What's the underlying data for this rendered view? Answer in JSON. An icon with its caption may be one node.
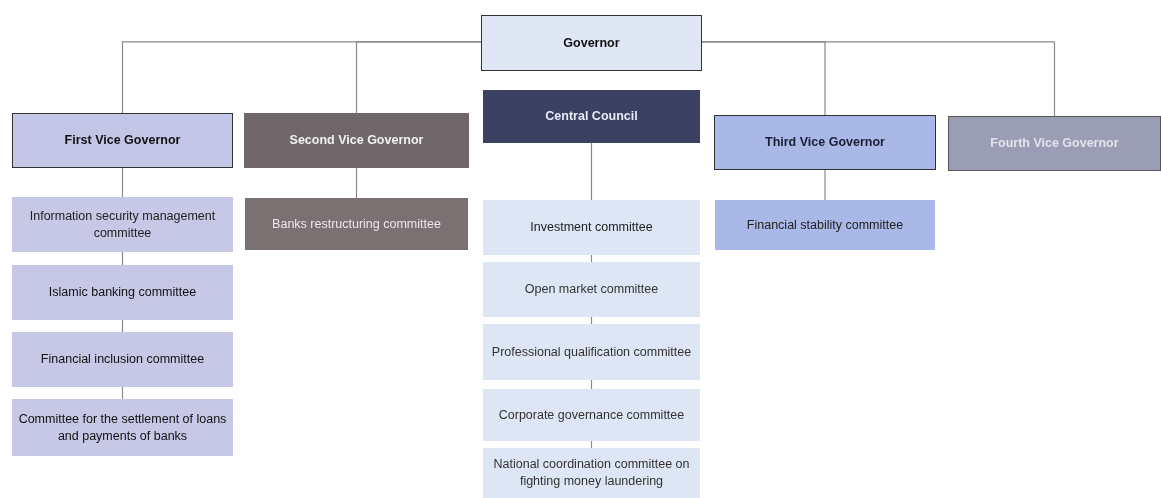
{
  "diagram": {
    "nodes": [
      {
        "text": [
          "Governor"
        ]
      },
      {
        "text": [
          "First Vice Governor"
        ]
      },
      {
        "text": [
          "Second Vice Governor"
        ]
      },
      {
        "text": [
          "Central Council"
        ]
      },
      {
        "text": [
          "Third Vice Governor"
        ]
      },
      {
        "text": [
          "Fourth Vice Governor"
        ]
      },
      {
        "text": [
          "Information security management committee"
        ]
      },
      {
        "text": [
          "Banks restructuring committee"
        ]
      },
      {
        "text": [
          "Investment committee"
        ]
      },
      {
        "text": [
          "Financial stability committee"
        ]
      },
      {
        "text": [
          "Islamic banking committee"
        ]
      },
      {
        "text": [
          "Open market committee"
        ]
      },
      {
        "text": [
          "Financial inclusion committee"
        ]
      },
      {
        "text": [
          "Professional qualification committee"
        ]
      },
      {
        "text": [
          "Committee for the settlement of loans and payments of banks"
        ]
      },
      {
        "text": [
          "Corporate governance committee"
        ]
      },
      {
        "text": [
          "National coordination committee on fighting money laundering"
        ]
      }
    ],
    "edges": [
      {
        "from": 0,
        "to": 1,
        "arrow": "none"
      },
      {
        "from": 0,
        "to": 2,
        "arrow": "none"
      },
      {
        "from": 0,
        "to": 4,
        "arrow": "none"
      },
      {
        "from": 0,
        "to": 5,
        "arrow": "none"
      },
      {
        "from": 1,
        "to": 6,
        "arrow": "none"
      },
      {
        "from": 6,
        "to": 10,
        "arrow": "none"
      },
      {
        "from": 10,
        "to": 12,
        "arrow": "none"
      },
      {
        "from": 12,
        "to": 14,
        "arrow": "none"
      },
      {
        "from": 2,
        "to": 7,
        "arrow": "none"
      },
      {
        "from": 3,
        "to": 8,
        "arrow": "none"
      },
      {
        "from": 8,
        "to": 11,
        "arrow": "none"
      },
      {
        "from": 11,
        "to": 13,
        "arrow": "none"
      },
      {
        "from": 13,
        "to": 15,
        "arrow": "none"
      },
      {
        "from": 15,
        "to": 16,
        "arrow": "none"
      },
      {
        "from": 4,
        "to": 9,
        "arrow": "none"
      }
    ]
  }
}
